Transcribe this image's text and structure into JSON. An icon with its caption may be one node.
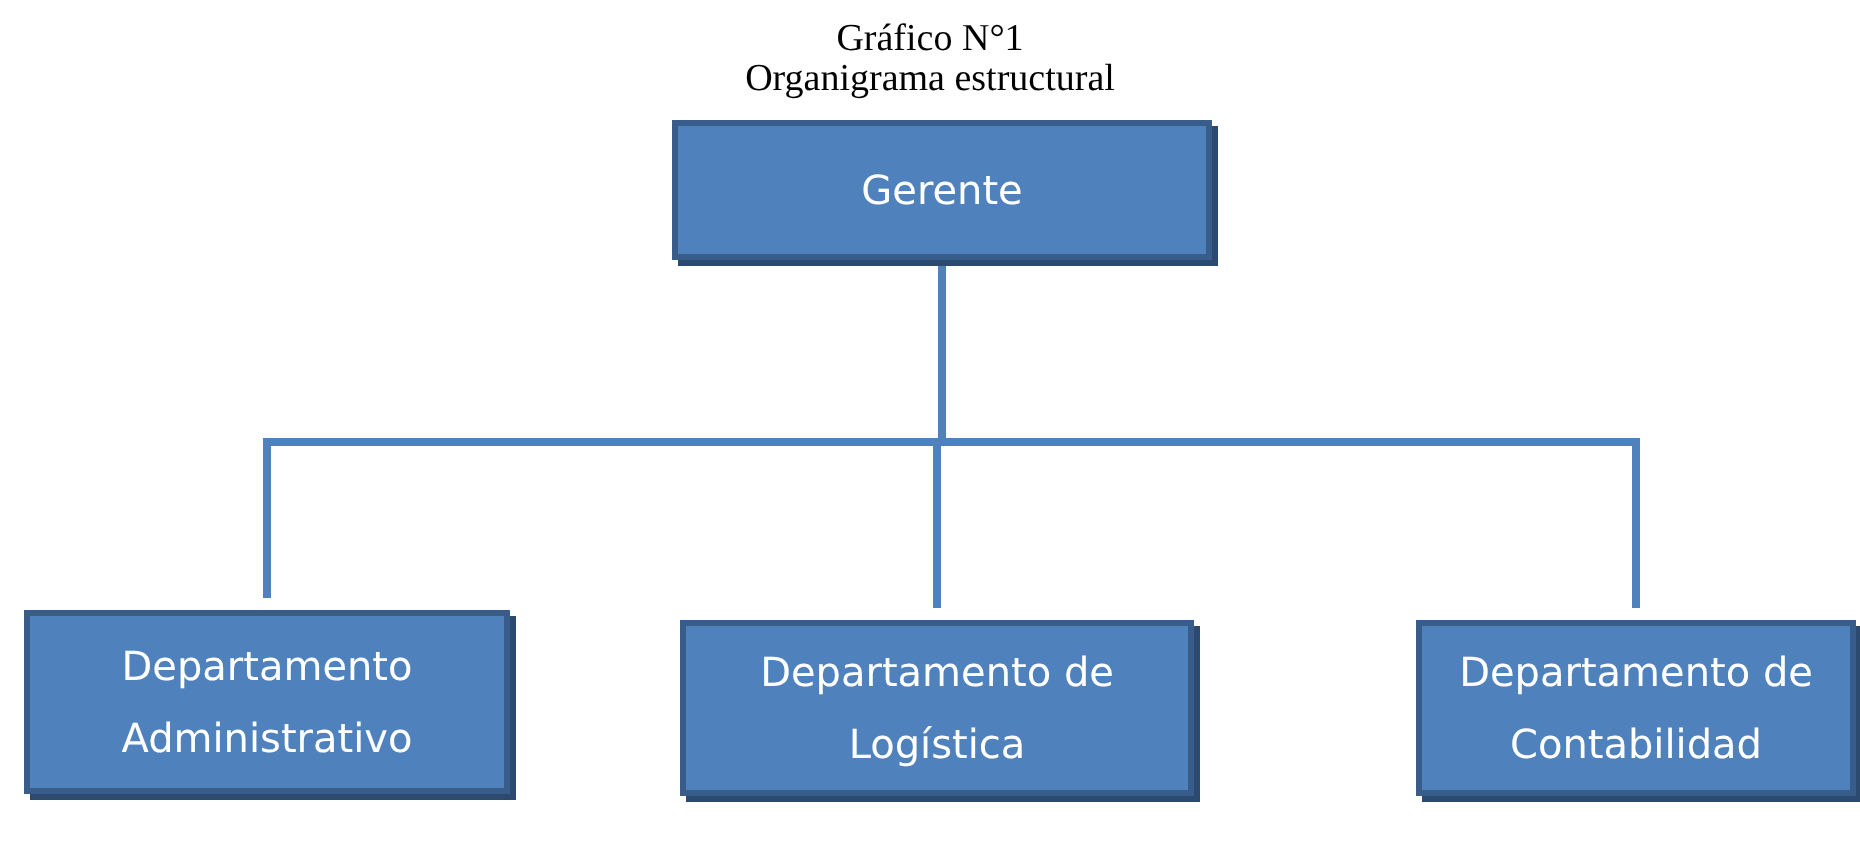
{
  "diagram": {
    "title": "Gráfico N°1",
    "labels": [
      "Organigrama estructural"
    ],
    "nodes": [
      {
        "text": [
          "Gerente"
        ]
      },
      {
        "text": [
          "Departamento Administrativo"
        ]
      },
      {
        "text": [
          "Departamento de Logística"
        ]
      },
      {
        "text": [
          "Departamento de Contabilidad"
        ]
      }
    ],
    "edges": [
      {
        "from": 0,
        "to": 1,
        "arrow": "none"
      },
      {
        "from": 0,
        "to": 2,
        "arrow": "none"
      },
      {
        "from": 0,
        "to": 3,
        "arrow": "none"
      }
    ]
  }
}
